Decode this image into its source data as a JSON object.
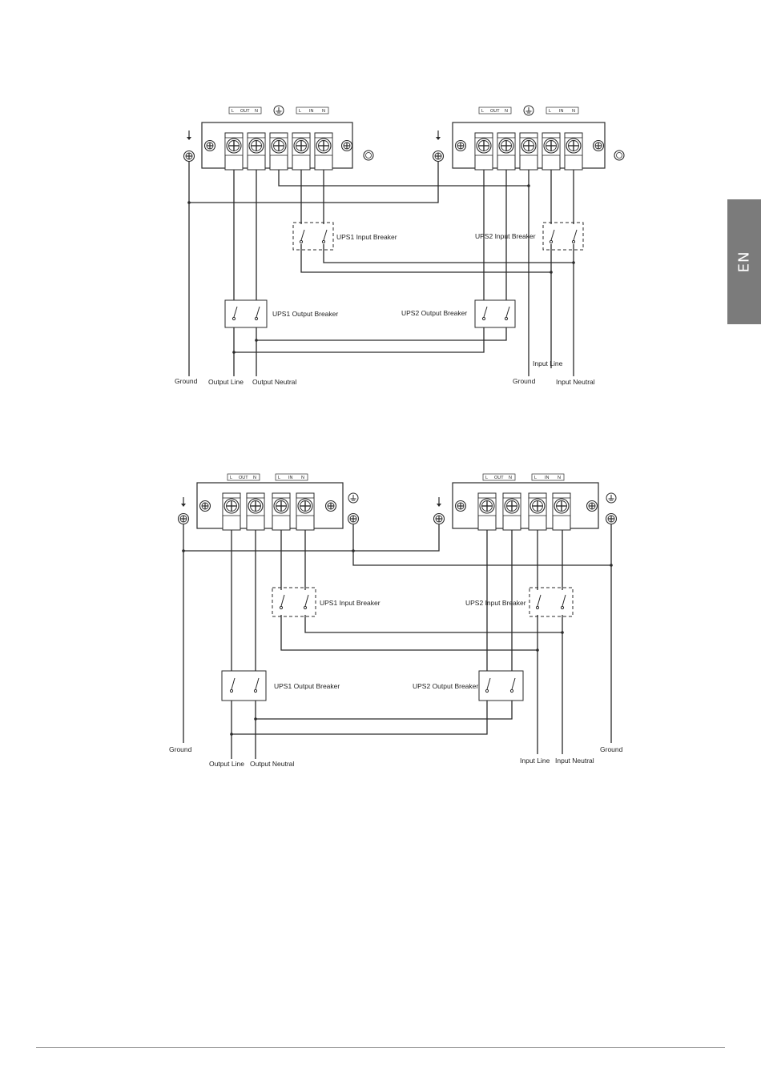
{
  "side_tab": {
    "label": "EN",
    "color": "#7b7b7b"
  },
  "terminal_labels": {
    "l": "L",
    "out": "OUT",
    "in": "IN",
    "n": "N"
  },
  "diagram1": {
    "ups1_input_breaker": "UPS1 Input Breaker",
    "ups2_input_breaker": "UPS2 Input Breaker",
    "ups1_output_breaker": "UPS1 Output Breaker",
    "ups2_output_breaker": "UPS2 Output Breaker",
    "ground_left": "Ground",
    "output_line": "Output Line",
    "output_neutral": "Output Neutral",
    "input_line": "Input Line",
    "ground_right": "Ground",
    "input_neutral": "Input Neutral"
  },
  "diagram2": {
    "ups1_input_breaker": "UPS1 Input Breaker",
    "ups2_input_breaker": "UPS2 Input Breaker",
    "ups1_output_breaker": "UPS1 Output Breaker",
    "ups2_output_breaker": "UPS2 Output Breaker",
    "ground_left": "Ground",
    "output_line": "Output Line",
    "output_neutral": "Output Neutral",
    "input_line": "Input Line",
    "input_neutral": "Input Neutral",
    "ground_right": "Ground"
  }
}
